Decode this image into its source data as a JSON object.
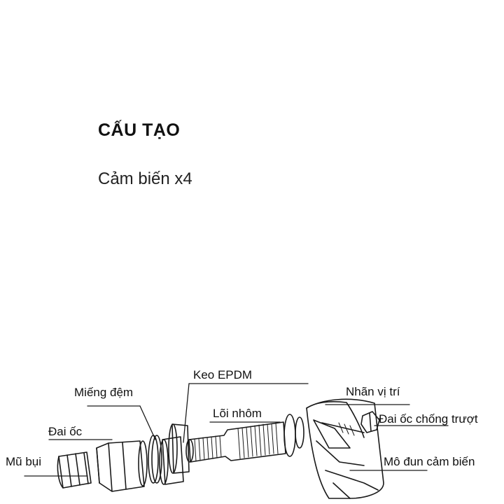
{
  "heading": "CẤU TẠO",
  "subheading": "Cảm biến x4",
  "parts": {
    "mu_bui": "Mũ bụi",
    "dai_oc": "Đai ốc",
    "mieng_dem": "Miếng đệm",
    "keo_epdm": "Keo EPDM",
    "loi_nhom": "Lõi nhôm",
    "nhan_vi_tri": "Nhãn vị trí",
    "dai_oc_chong_truot": "Đai ốc chống trượt",
    "mo_dun_cam_bien": "Mô đun cảm biến"
  }
}
